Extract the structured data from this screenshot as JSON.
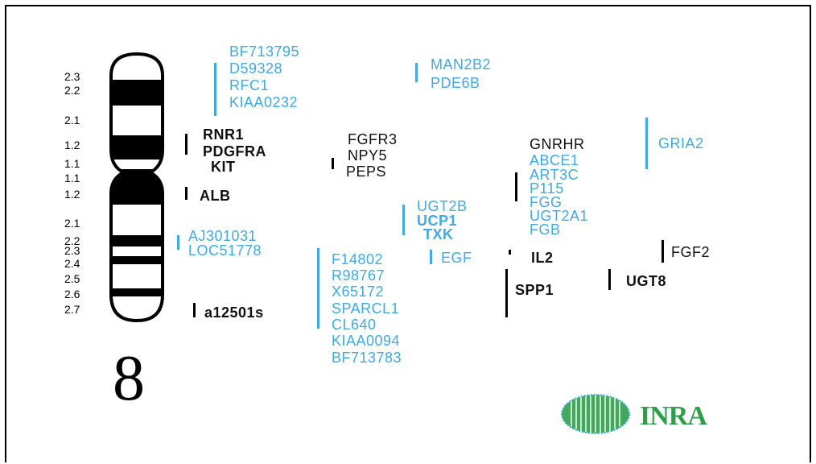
{
  "chromosome": {
    "number": "8",
    "bands": [
      "2.3",
      "2.2",
      "2.1",
      "1.2",
      "1.1",
      "1.1",
      "1.2",
      "2.1",
      "2.2",
      "2.3",
      "2.4",
      "2.5",
      "2.6",
      "2.7"
    ]
  },
  "genes": {
    "bf713795": "BF713795",
    "d59328": "D59328",
    "rfc1": "RFC1",
    "kiaa0232": "KIAA0232",
    "man2b2": "MAN2B2",
    "pde6b": "PDE6B",
    "rnr1": "RNR1",
    "pdgfra": "PDGFRA",
    "kit": "KIT",
    "fgfr3": "FGFR3",
    "npy5": "NPY5",
    "peps": "PEPS",
    "gnrhr": "GNRHR",
    "abce1": "ABCE1",
    "art3c": "ART3C",
    "p115": "P115",
    "fgg": "FGG",
    "ugt2a1": "UGT2A1",
    "fgb": "FGB",
    "gria2": "GRIA2",
    "alb": "ALB",
    "ugt2b": "UGT2B",
    "ucp1": "UCP1",
    "txk": "TXK",
    "aj301031": "AJ301031",
    "loc51778": "LOC51778",
    "f14802": "F14802",
    "r98767": "R98767",
    "x65172": "X65172",
    "sparcl1": "SPARCL1",
    "cl640": "CL640",
    "kiaa0094": "KIAA0094",
    "bf713783": "BF713783",
    "egf": "EGF",
    "il2": "IL2",
    "fgf2": "FGF2",
    "spp1": "SPP1",
    "ugt8": "UGT8",
    "a12501s": "a12501s"
  },
  "logo": {
    "text": "INRA",
    "colors": {
      "green": "#2e9e4a",
      "blue": "#3fa9e0"
    }
  },
  "colors": {
    "mapped_blue": "#3fa9e0",
    "black": "#000000"
  }
}
